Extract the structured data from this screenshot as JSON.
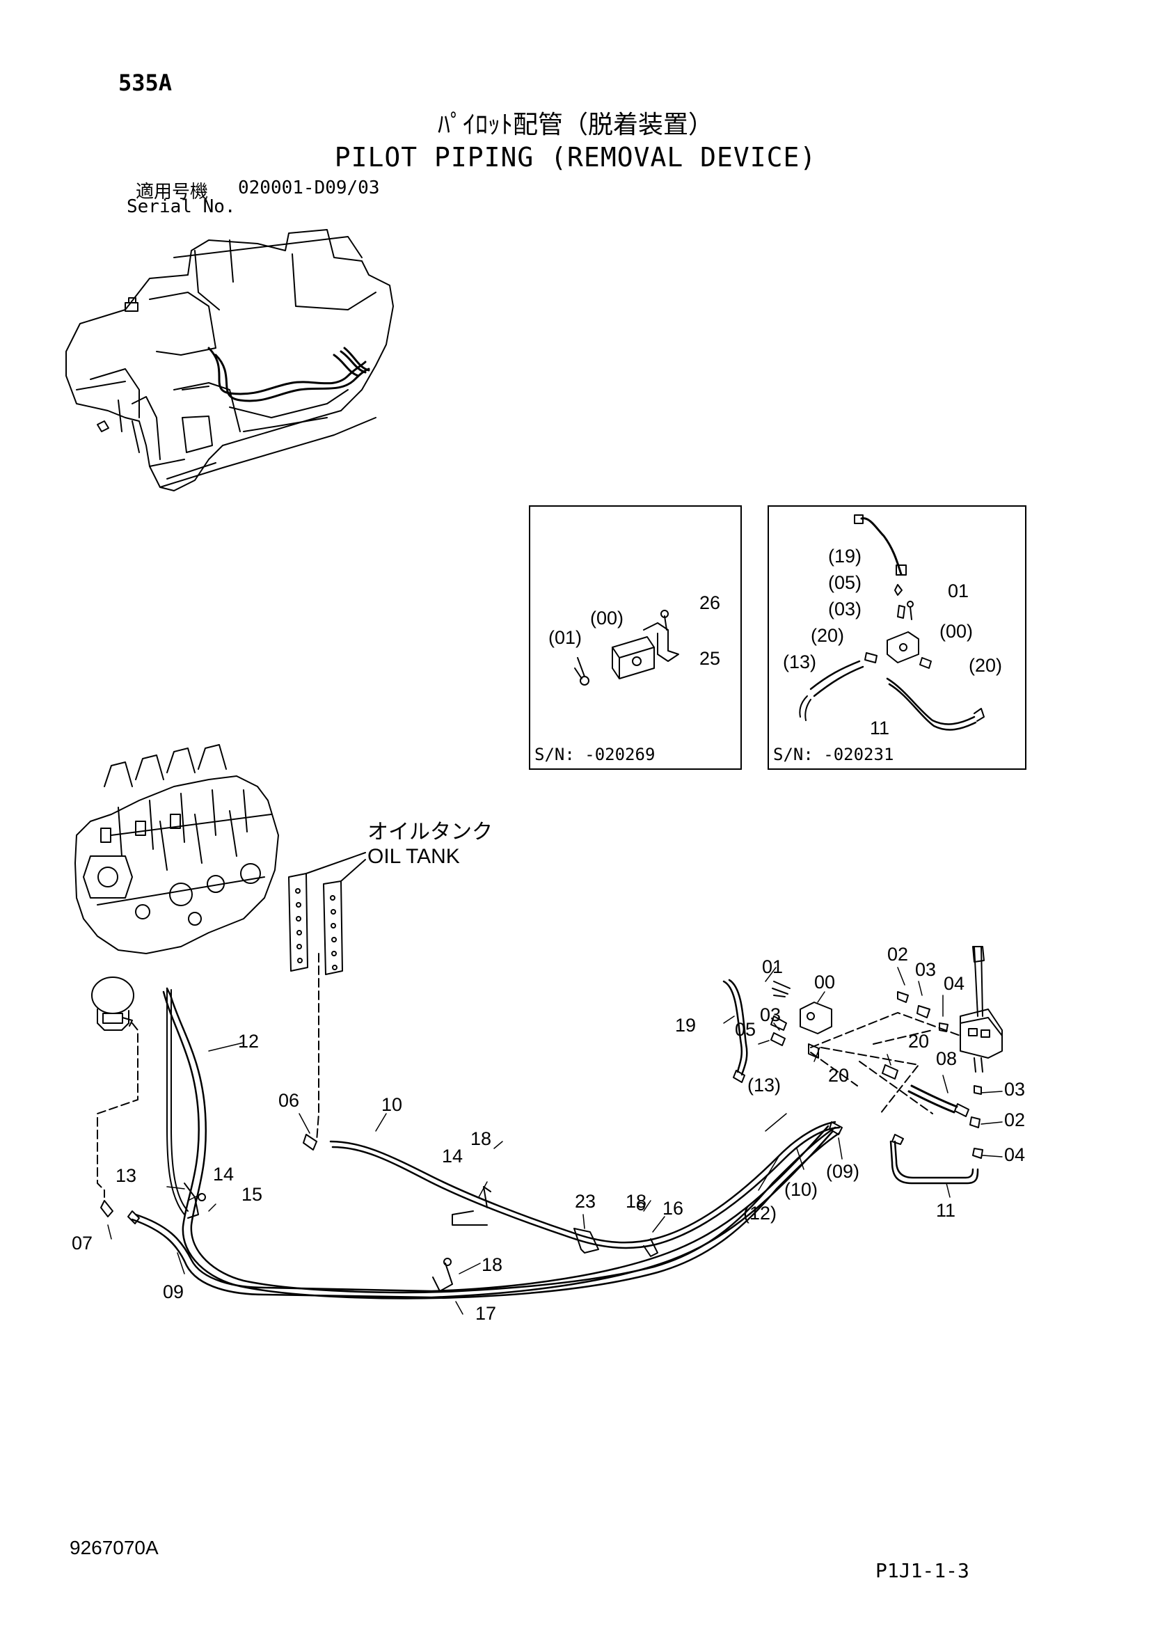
{
  "header": {
    "page_number": "535A",
    "title_jp": "ﾊﾟｲﾛｯﾄ配管（脱着装置）",
    "title_en": "PILOT PIPING (REMOVAL DEVICE)",
    "serial_label_jp": "適用号機",
    "serial_value": "020001-D09/03",
    "serial_label_en": "Serial No."
  },
  "insets": {
    "a": {
      "serial": "S/N: -020269",
      "labels": [
        "26",
        "(00)",
        "(01)",
        "25"
      ]
    },
    "b": {
      "serial": "S/N: -020231",
      "labels": [
        "(19)",
        "(05)",
        "01",
        "(03)",
        "(20)",
        "(00)",
        "(13)",
        "(20)",
        "11"
      ]
    }
  },
  "oil_tank": {
    "label_jp": "オイルタンク",
    "label_en": "OIL TANK"
  },
  "callouts": {
    "c12": "12",
    "c06": "06",
    "c10": "10",
    "c18a": "18",
    "c14a": "14",
    "c13": "13",
    "c14b": "14",
    "c15": "15",
    "c07": "07",
    "c09": "09",
    "c23": "23",
    "c18b": "18",
    "c16": "16",
    "c18c": "18",
    "c17": "17",
    "c01": "01",
    "c00": "00",
    "c19": "19",
    "c05": "05",
    "c03a": "03",
    "c02a": "02",
    "c03b": "03",
    "c04a": "04",
    "c20a": "20",
    "c20b": "20",
    "c08": "08",
    "c13p": "(13)",
    "c12p": "(12)",
    "c10p": "(10)",
    "c09p": "(09)",
    "c03c": "03",
    "c02b": "02",
    "c04b": "04",
    "c11": "11"
  },
  "footer": {
    "document_number": "9267070A",
    "page_ref": "P1J1-1-3"
  }
}
